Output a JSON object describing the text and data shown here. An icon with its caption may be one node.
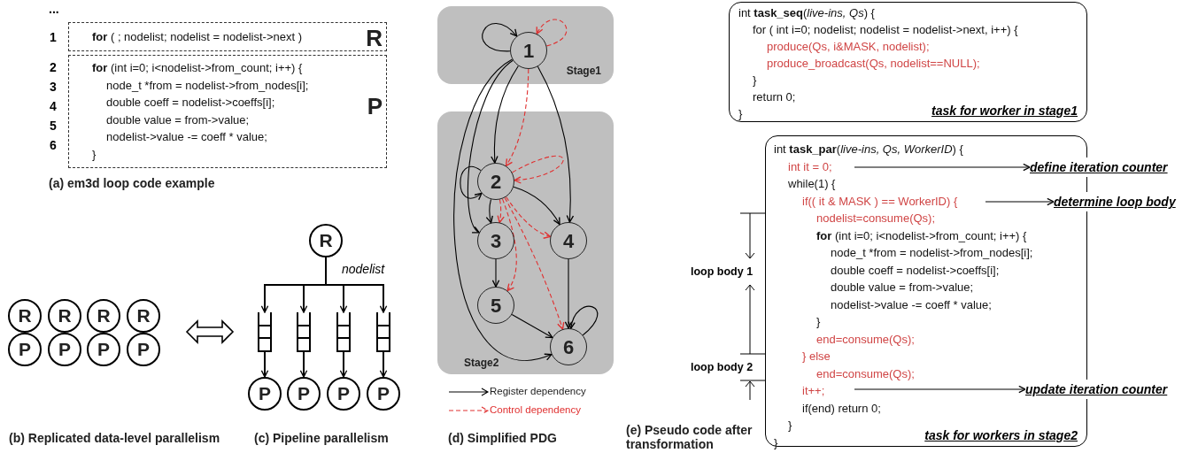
{
  "diagram": {
    "nodes": [
      {
        "text": [
          "**for** ( ; nodelist; nodelist = nodelist->next )",
          "R"
        ]
      },
      {
        "text": [
          "**for** (int i=0; i<nodelist->from_count; i++) {",
          "node_t *from = nodelist->from_nodes[i];",
          "double coeff = nodelist->coeffs[i];",
          "double value = from->value;",
          "nodelist->value -= coeff * value;",
          "}",
          "P"
        ]
      },
      {
        "text": [
          "R"
        ]
      },
      {
        "text": [
          "R"
        ]
      },
      {
        "text": [
          "R"
        ]
      },
      {
        "text": [
          "R"
        ]
      },
      {
        "text": [
          "P"
        ]
      },
      {
        "text": [
          "P"
        ]
      },
      {
        "text": [
          "P"
        ]
      },
      {
        "text": [
          "P"
        ]
      },
      {
        "text": [
          "R"
        ]
      },
      {
        "text": [],
        "shape": "queue"
      },
      {
        "text": [],
        "shape": "queue"
      },
      {
        "text": [],
        "shape": "queue"
      },
      {
        "text": [],
        "shape": "queue"
      },
      {
        "text": [
          "P"
        ]
      },
      {
        "text": [
          "P"
        ]
      },
      {
        "text": [
          "P"
        ]
      },
      {
        "text": [
          "P"
        ]
      },
      {
        "text": [
          "Stage1"
        ]
      },
      {
        "text": [
          "Stage2"
        ]
      },
      {
        "text": [
          "1"
        ],
        "in": 19
      },
      {
        "text": [
          "2"
        ],
        "in": 20
      },
      {
        "text": [
          "3"
        ],
        "in": 20
      },
      {
        "text": [
          "4"
        ],
        "in": 20
      },
      {
        "text": [
          "5"
        ],
        "in": 20
      },
      {
        "text": [
          "6"
        ],
        "in": 20
      },
      {
        "text": [
          "int **task_seq**(*live-ins, Qs*) {",
          "for ( int i=0; nodelist; nodelist = nodelist->next, i++) {",
          "produce(Qs, i&MASK, nodelist);",
          "produce_broadcast(Qs, nodelist==NULL);",
          "}",
          "return 0;",
          "}",
          "task for worker in stage1"
        ]
      },
      {
        "text": [
          "int **task_par**(*live-ins, Qs, WorkerID*) {",
          "int it = 0;",
          "while(1) {",
          "if(( it & MASK ) == WorkerID) {",
          "nodelist=consume(Qs);",
          "**for** (int i=0; i<nodelist->from_count; i++) {",
          "node_t *from = nodelist->from_nodes[i];",
          "double coeff = nodelist->coeffs[i];",
          "double value = from->value;",
          "nodelist->value -= coeff * value;",
          "}",
          "end=consume(Qs);",
          "} else",
          "end=consume(Qs);",
          "it++;",
          "if(end) return 0;",
          "}",
          "}",
          "task for workers in stage2"
        ]
      },
      {
        "text": [
          "define iteration counter"
        ]
      },
      {
        "text": [
          "determine loop body"
        ]
      },
      {
        "text": [
          "update iteration counter"
        ]
      }
    ],
    "edges": [
      {
        "from": 10,
        "to": 11,
        "arrow": "to",
        "label": "nodelist"
      },
      {
        "from": 10,
        "to": 12,
        "arrow": "to"
      },
      {
        "from": 10,
        "to": 13,
        "arrow": "to"
      },
      {
        "from": 10,
        "to": 14,
        "arrow": "to"
      },
      {
        "from": 11,
        "to": 15,
        "arrow": "to"
      },
      {
        "from": 12,
        "to": 16,
        "arrow": "to"
      },
      {
        "from": 13,
        "to": 17,
        "arrow": "to"
      },
      {
        "from": 14,
        "to": 18,
        "arrow": "to"
      },
      {
        "from": 21,
        "to": 21,
        "arrow": "to"
      },
      {
        "from": 21,
        "to": 21,
        "arrow": "to",
        "style": "dashed",
        "color": "#e03030"
      },
      {
        "from": 21,
        "to": 22,
        "arrow": "to"
      },
      {
        "from": 21,
        "to": 22,
        "arrow": "to",
        "style": "dashed",
        "color": "#e03030"
      },
      {
        "from": 21,
        "to": 23,
        "arrow": "to"
      },
      {
        "from": 21,
        "to": 26,
        "arrow": "to"
      },
      {
        "from": 21,
        "to": 24,
        "arrow": "to"
      },
      {
        "from": 22,
        "to": 22,
        "arrow": "to"
      },
      {
        "from": 22,
        "to": 22,
        "arrow": "to",
        "style": "dashed",
        "color": "#e03030"
      },
      {
        "from": 22,
        "to": 23,
        "arrow": "to"
      },
      {
        "from": 22,
        "to": 23,
        "arrow": "to",
        "style": "dashed",
        "color": "#e03030"
      },
      {
        "from": 22,
        "to": 24,
        "arrow": "to"
      },
      {
        "from": 22,
        "to": 24,
        "arrow": "to",
        "style": "dashed",
        "color": "#e03030"
      },
      {
        "from": 22,
        "to": 25,
        "arrow": "to",
        "style": "dashed",
        "color": "#e03030"
      },
      {
        "from": 22,
        "to": 26,
        "arrow": "to",
        "style": "dashed",
        "color": "#e03030"
      },
      {
        "from": 23,
        "to": 25,
        "arrow": "to"
      },
      {
        "from": 25,
        "to": 26,
        "arrow": "to"
      },
      {
        "from": 24,
        "to": 26,
        "arrow": "to"
      },
      {
        "from": 26,
        "to": 26,
        "arrow": "to"
      },
      {
        "from": 28,
        "to": 29,
        "arrow": "to"
      },
      {
        "from": 28,
        "to": 30,
        "arrow": "to"
      },
      {
        "from": 28,
        "to": 31,
        "arrow": "to"
      },
      {
        "from": 5,
        "to": 11,
        "arrow": "both"
      }
    ],
    "labels": [
      "...",
      "1",
      "2",
      "3",
      "4",
      "5",
      "6",
      "(a) em3d loop code example",
      "(b) Replicated data-level parallelism",
      "(c) Pipeline parallelism",
      "(d) Simplified PDG",
      "loop body 1",
      "loop body 2",
      "(e) Pseudo code after transformation"
    ],
    "legend": [
      {
        "text": "Register dependency"
      },
      {
        "text": "Control dependency"
      }
    ]
  }
}
